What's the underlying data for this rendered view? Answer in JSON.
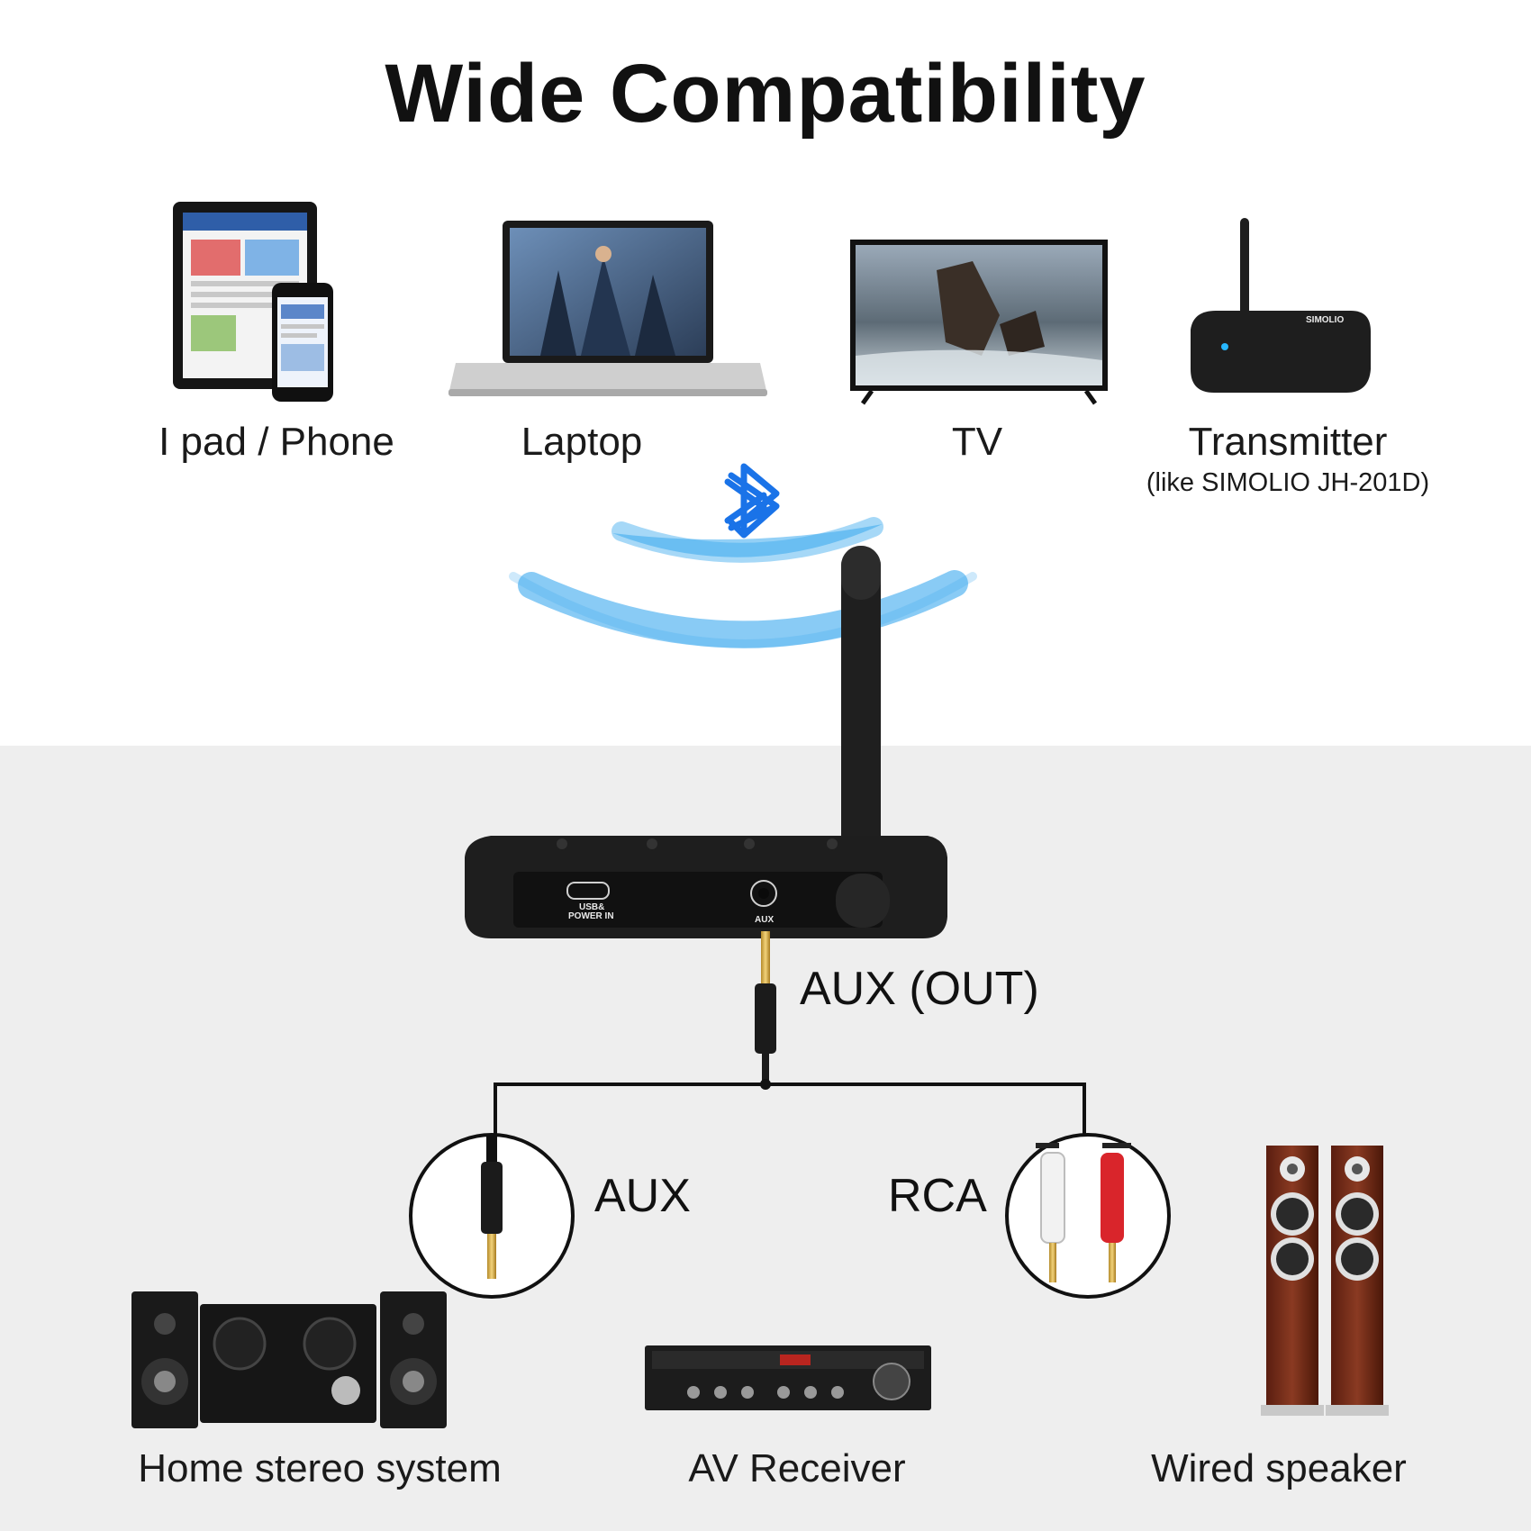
{
  "title": "Wide Compatibility",
  "sources": [
    {
      "label": "I pad / Phone",
      "icon": "tablet-phone-icon"
    },
    {
      "label": "Laptop",
      "icon": "laptop-icon"
    },
    {
      "label": "TV",
      "icon": "tv-icon"
    },
    {
      "label": "Transmitter",
      "sublabel": "(like SIMOLIO JH-201D)",
      "icon": "transmitter-icon"
    }
  ],
  "receiver": {
    "ports": {
      "usb": "USB&",
      "usb2": "POWER IN",
      "aux": "AUX"
    },
    "output_label": "AUX (OUT)"
  },
  "connectors": {
    "aux": "AUX",
    "rca": "RCA"
  },
  "outputs": [
    {
      "label": "Home stereo system",
      "icon": "home-stereo-icon"
    },
    {
      "label": "AV Receiver",
      "icon": "av-receiver-icon"
    },
    {
      "label": "Wired speaker",
      "icon": "wired-speaker-icon"
    }
  ],
  "colors": {
    "bluetooth": "#1a73e8",
    "wave": "#3aa9ee",
    "device": "#1e1e1e",
    "rca_red": "#d9252b"
  }
}
